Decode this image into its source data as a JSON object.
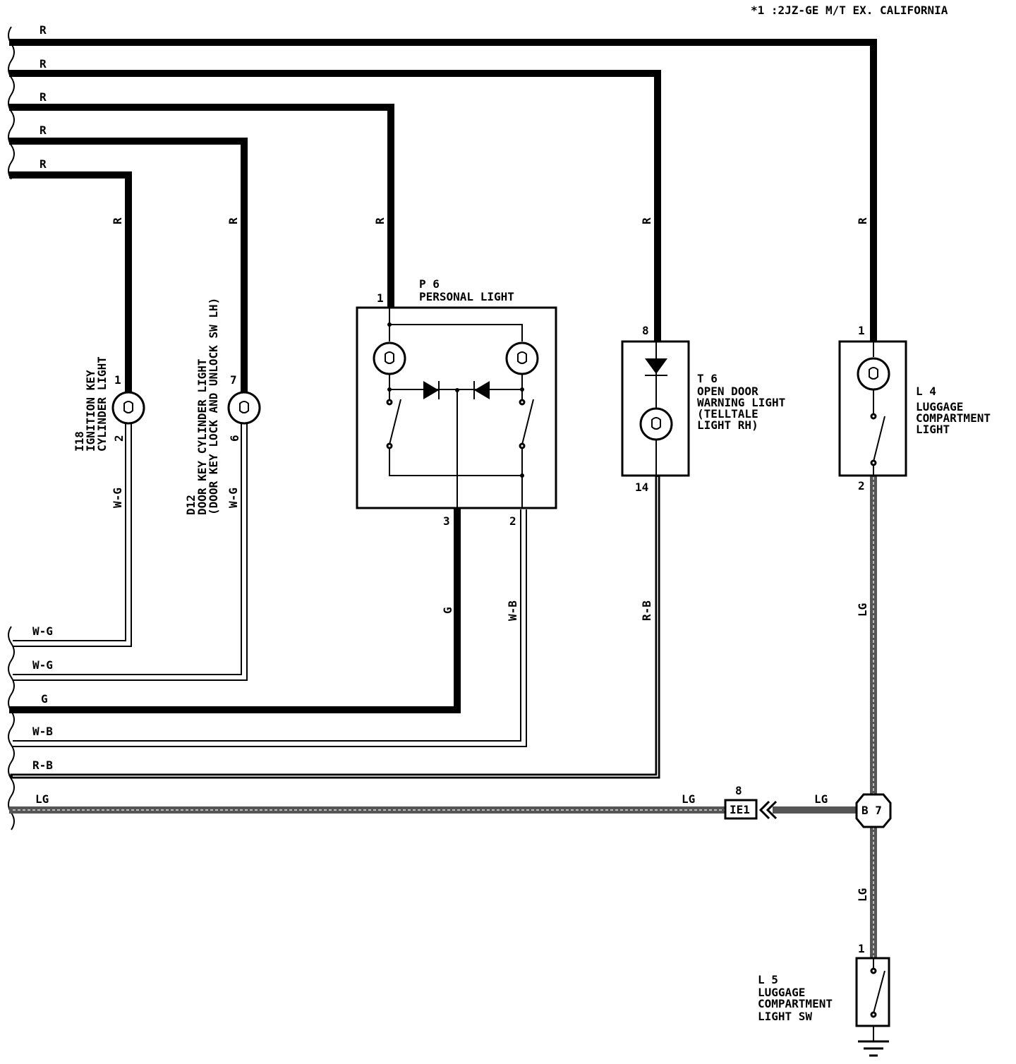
{
  "header": {
    "note": "*1 :2JZ-GE M/T EX. CALIFORNIA"
  },
  "wires": {
    "r1": "R",
    "r2": "R",
    "r3": "R",
    "r4": "R",
    "r5": "R",
    "wg1": "W-G",
    "wg2": "W-G",
    "g": "G",
    "wb": "W-B",
    "rb": "R-B",
    "lg": "LG",
    "lg_right1": "LG",
    "lg_right2": "LG",
    "lg_left": "LG"
  },
  "components": {
    "i18": {
      "code": "I18",
      "name1": "IGNITION KEY",
      "name2": "CYLINDER LIGHT",
      "pin_top": "1",
      "pin_bot": "2"
    },
    "d12": {
      "code": "D12",
      "name1": "DOOR KEY CYLINDER LIGHT",
      "name2": "(DOOR KEY LOCK AND UNLOCK SW LH)",
      "pin_top": "7",
      "pin_bot": "6"
    },
    "p6": {
      "code": "P 6",
      "name": "PERSONAL LIGHT",
      "pin_top": "1",
      "pin_3": "3",
      "pin_2": "2"
    },
    "t6": {
      "code": "T 6",
      "name1": "OPEN DOOR",
      "name2": "WARNING LIGHT",
      "name3": "(TELLTALE",
      "name4": "LIGHT RH)",
      "pin_top": "8",
      "pin_bot": "14"
    },
    "l4": {
      "code": "L 4",
      "name1": "LUGGAGE",
      "name2": "COMPARTMENT",
      "name3": "LIGHT",
      "pin_top": "1",
      "pin_bot": "2"
    },
    "l5": {
      "code": "L 5",
      "name1": "LUGGAGE",
      "name2": "COMPARTMENT",
      "name3": "LIGHT SW",
      "pin_top": "1"
    },
    "ie1": {
      "code": "IE1",
      "pin": "8"
    },
    "b7": {
      "code": "B 7"
    }
  },
  "vertical_labels": {
    "i18_r": "R",
    "d12_r": "R",
    "p6_r": "R",
    "t6_r": "R",
    "l4_r": "R",
    "i18_wg": "W-G",
    "d12_wg": "W-G",
    "p6_g": "G",
    "p6_wb": "W-B",
    "t6_rb": "R-B",
    "l4_lg": "LG",
    "l5_lg": "LG"
  }
}
